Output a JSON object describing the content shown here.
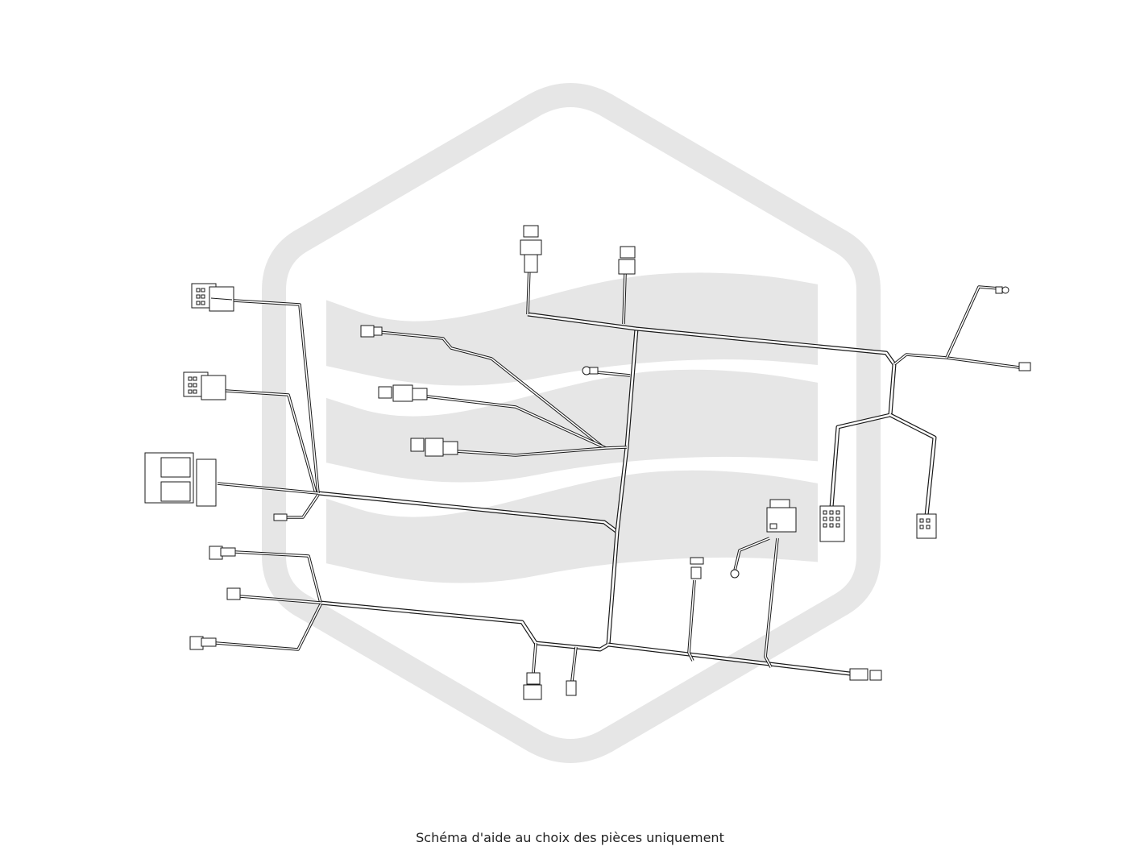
{
  "caption": "Schéma d'aide au choix des pièces uniquement",
  "colors": {
    "background": "#ffffff",
    "watermark": "#e6e6e6",
    "line": "#1a1a1a"
  },
  "watermark": {
    "type": "logo",
    "shape": "hexagon-outline-with-three-waves"
  }
}
